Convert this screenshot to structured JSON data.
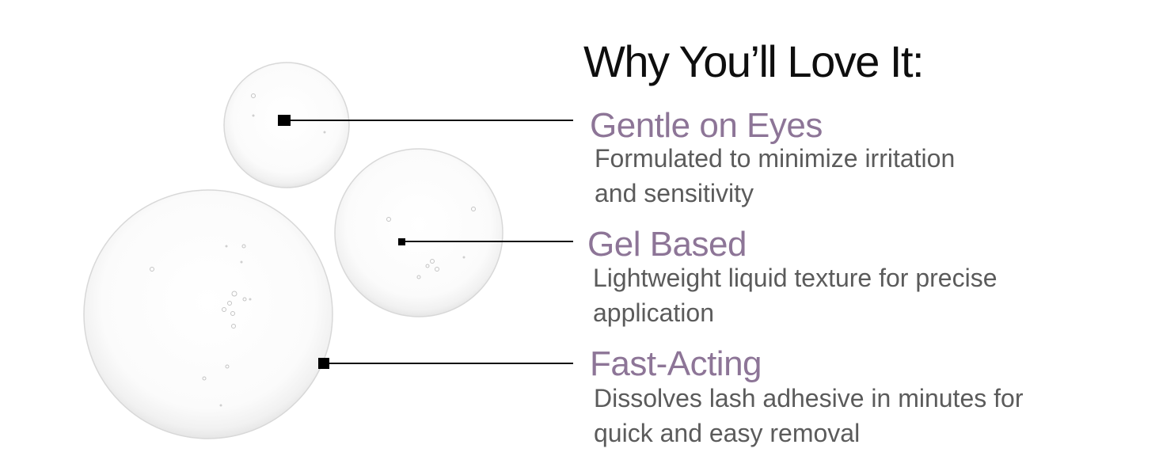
{
  "title": "Why You’ll Love It:",
  "colors": {
    "title": "#0e0e0e",
    "feature_heading": "#8d7597",
    "feature_description": "#5b5b5b",
    "callout_line": "#111111"
  },
  "features": [
    {
      "heading": "Gentle on Eyes",
      "description_lines": [
        "Formulated to minimize irritation",
        "and sensitivity"
      ]
    },
    {
      "heading": "Gel Based",
      "description_lines": [
        "Lightweight liquid texture for precise",
        "application"
      ]
    },
    {
      "heading": "Fast-Acting",
      "description_lines": [
        "Dissolves lash adhesive in minutes for",
        "quick and easy removal"
      ]
    }
  ]
}
